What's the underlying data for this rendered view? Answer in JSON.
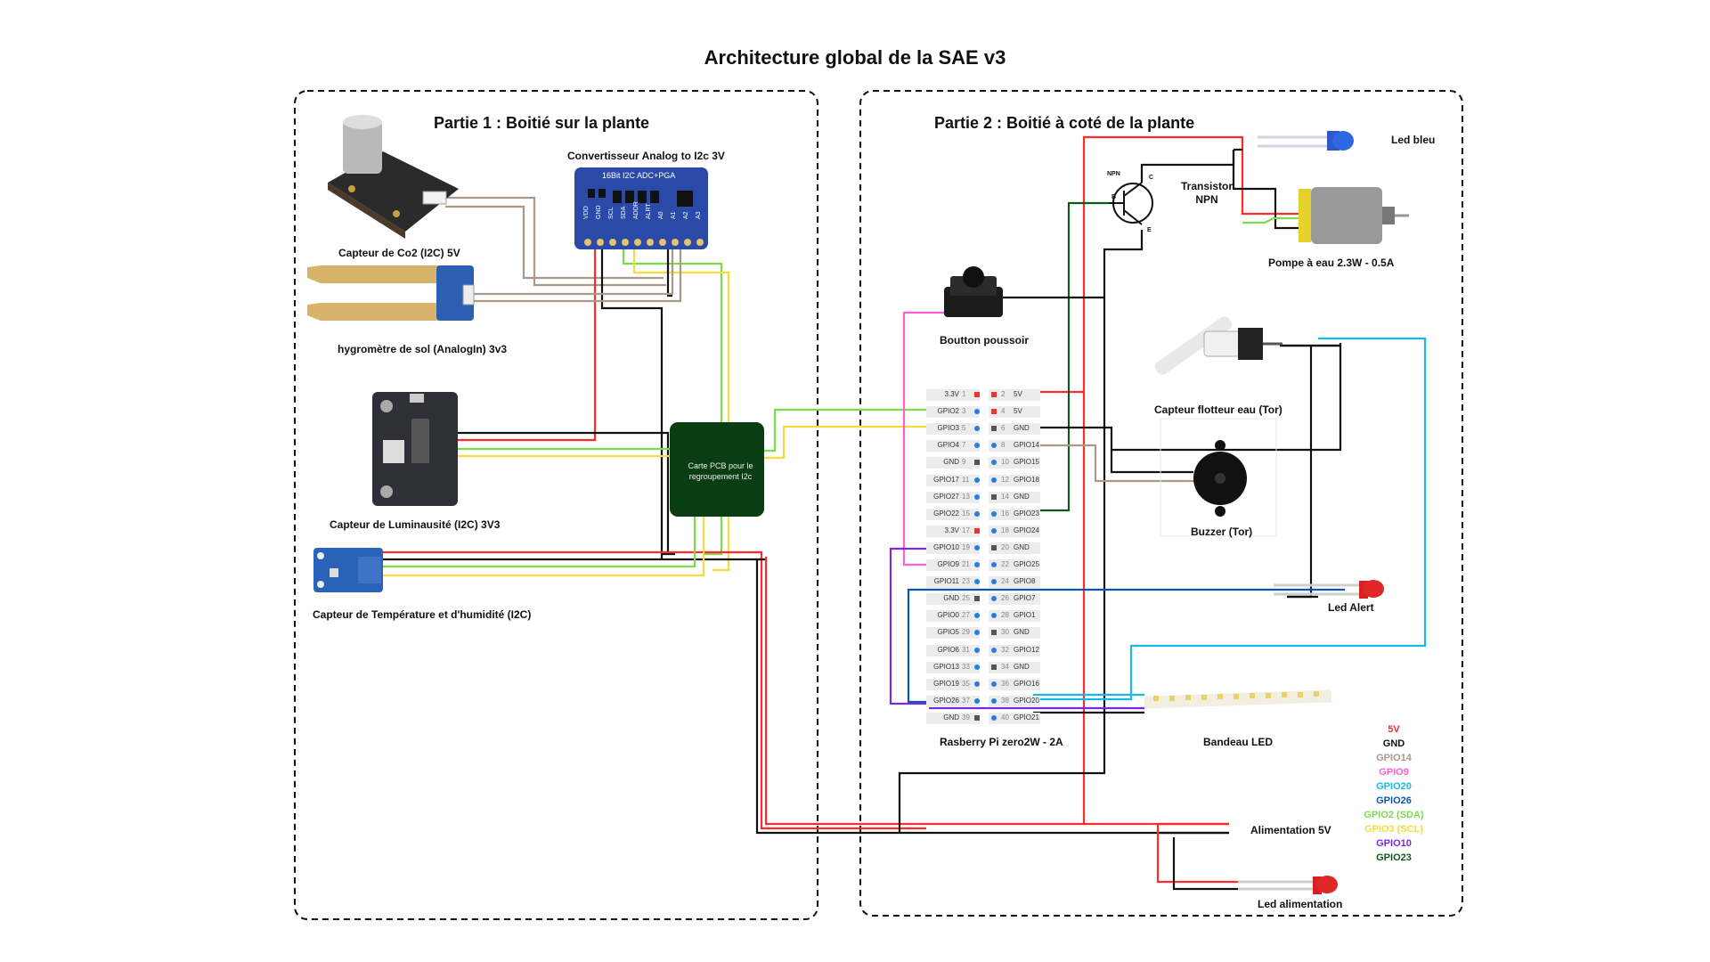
{
  "title": "Architecture global de la SAE v3",
  "partie1": {
    "title": "Partie 1 : Boitié sur la plante",
    "components": {
      "co2": "Capteur de Co2 (I2C) 5V",
      "adc": "Convertisseur Analog to I2c 3V",
      "adc_chip_text": "16Bit I2C ADC+PGA",
      "adc_pins": [
        "VDD",
        "GND",
        "SCL",
        "SDA",
        "ADDR",
        "ALRT",
        "A0",
        "A1",
        "A2",
        "A3"
      ],
      "hygro": "hygromètre de sol (AnalogIn) 3v3",
      "lum": "Capteur de Luminausité (I2C) 3V3",
      "temp": "Capteur de Température et d'humidité (I2C)",
      "pcb": "Carte PCB pour le regroupement I2c"
    }
  },
  "partie2": {
    "title": "Partie 2 : Boitié à coté de la plante",
    "components": {
      "led_bleu": "Led bleu",
      "transistor": "Transistor NPN",
      "npn": "NPN",
      "npn_c": "C",
      "npn_b": "B",
      "npn_e": "E",
      "pompe": "Pompe à eau 2.3W - 0.5A",
      "bouton": "Boutton poussoir",
      "flotteur": "Capteur flotteur eau (Tor)",
      "buzzer": "Buzzer (Tor)",
      "led_alert": "Led Alert",
      "rpi": "Rasberry Pi zero2W - 2A",
      "bandeau": "Bandeau LED",
      "alim": "Alimentation 5V",
      "led_alim": "Led alimentation"
    }
  },
  "gpio_left": [
    {
      "label": "3.3V",
      "num": "1"
    },
    {
      "label": "GPIO2",
      "num": "3"
    },
    {
      "label": "GPIO3",
      "num": "5"
    },
    {
      "label": "GPIO4",
      "num": "7"
    },
    {
      "label": "GND",
      "num": "9"
    },
    {
      "label": "GPIO17",
      "num": "11"
    },
    {
      "label": "GPIO27",
      "num": "13"
    },
    {
      "label": "GPIO22",
      "num": "15"
    },
    {
      "label": "3.3V",
      "num": "17"
    },
    {
      "label": "GPIO10",
      "num": "19"
    },
    {
      "label": "GPIO9",
      "num": "21"
    },
    {
      "label": "GPIO11",
      "num": "23"
    },
    {
      "label": "GND",
      "num": "25"
    },
    {
      "label": "GPIO0",
      "num": "27"
    },
    {
      "label": "GPIO5",
      "num": "29"
    },
    {
      "label": "GPIO6",
      "num": "31"
    },
    {
      "label": "GPIO13",
      "num": "33"
    },
    {
      "label": "GPIO19",
      "num": "35"
    },
    {
      "label": "GPIO26",
      "num": "37"
    },
    {
      "label": "GND",
      "num": "39"
    }
  ],
  "gpio_right": [
    {
      "label": "5V",
      "num": "2"
    },
    {
      "label": "5V",
      "num": "4"
    },
    {
      "label": "GND",
      "num": "6"
    },
    {
      "label": "GPIO14",
      "num": "8"
    },
    {
      "label": "GPIO15",
      "num": "10"
    },
    {
      "label": "GPIO18",
      "num": "12"
    },
    {
      "label": "GND",
      "num": "14"
    },
    {
      "label": "GPIO23",
      "num": "16"
    },
    {
      "label": "GPIO24",
      "num": "18"
    },
    {
      "label": "GND",
      "num": "20"
    },
    {
      "label": "GPIO25",
      "num": "22"
    },
    {
      "label": "GPIO8",
      "num": "24"
    },
    {
      "label": "GPIO7",
      "num": "26"
    },
    {
      "label": "GPIO1",
      "num": "28"
    },
    {
      "label": "GND",
      "num": "30"
    },
    {
      "label": "GPIO12",
      "num": "32"
    },
    {
      "label": "GND",
      "num": "34"
    },
    {
      "label": "GPIO16",
      "num": "36"
    },
    {
      "label": "GPIO20",
      "num": "38"
    },
    {
      "label": "GPIO21",
      "num": "40"
    }
  ],
  "legend": [
    {
      "label": "5V",
      "color": "#ff2a2a"
    },
    {
      "label": "GND",
      "color": "#111111"
    },
    {
      "label": "GPIO14",
      "color": "#a89a86"
    },
    {
      "label": "GPIO9",
      "color": "#ff5fd0"
    },
    {
      "label": "GPIO20",
      "color": "#17b9e6"
    },
    {
      "label": "GPIO26",
      "color": "#0b55b3"
    },
    {
      "label": "GPIO2 (SDA)",
      "color": "#7ddc4a"
    },
    {
      "label": "GPIO3 (SCL)",
      "color": "#f5dc3c"
    },
    {
      "label": "GPIO10",
      "color": "#7a2ae0"
    },
    {
      "label": "GPIO23",
      "color": "#0e5a1a"
    }
  ],
  "colors": {
    "red": "#ff2a2a",
    "black": "#111111",
    "green": "#7ddc4a",
    "yellow": "#f5dc3c",
    "tan": "#a89a86",
    "pink": "#ff5fd0",
    "cyan": "#17b9e6",
    "blue": "#0b55b3",
    "purple": "#7a2ae0",
    "darkgreen": "#0e5a1a",
    "pcb": "#0b3d12"
  }
}
